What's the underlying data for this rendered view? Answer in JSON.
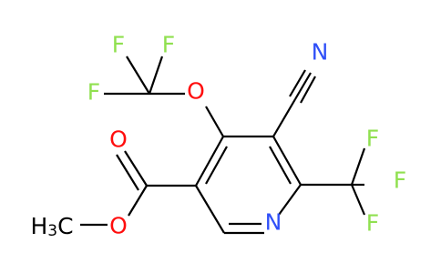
{
  "colors": {
    "bond": "#000000",
    "carbon_text": "#000000",
    "oxygen": "#ff0d0d",
    "nitrogen": "#3050f8",
    "fluorine": "#90e050"
  },
  "atoms": {
    "ring_n": "N",
    "nitrile_n": "N",
    "ether_o": "O",
    "carbonyl_o": "O",
    "ester_o": "O",
    "ocf3_f1": "F",
    "ocf3_f2": "F",
    "ocf3_f3": "F",
    "cf3_f1": "F",
    "cf3_f2": "F",
    "cf3_f3": "F",
    "methyl_h": "H",
    "methyl_h_count": "3",
    "methyl_c": "C"
  }
}
